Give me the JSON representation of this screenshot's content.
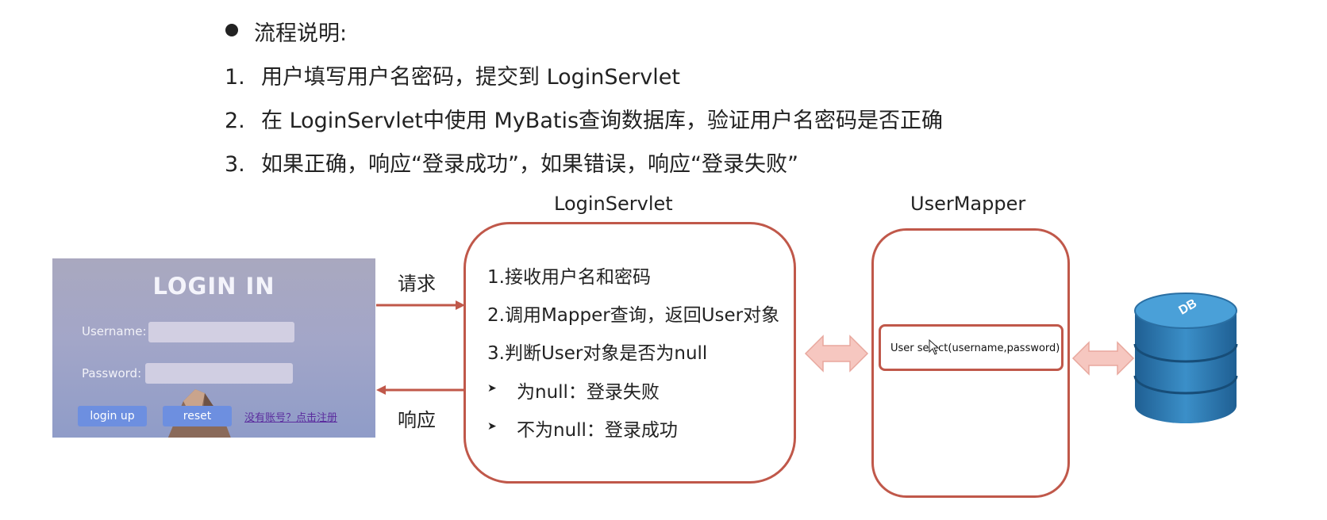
{
  "intro": {
    "heading": "流程说明:",
    "items": [
      {
        "num": "1.",
        "text": "用户填写用户名密码，提交到 LoginServlet"
      },
      {
        "num": "2.",
        "text": "在 LoginServlet中使用 MyBatis查询数据库，验证用户名密码是否正确"
      },
      {
        "num": "3.",
        "text": "如果正确，响应“登录成功”，如果错误，响应“登录失败”"
      }
    ]
  },
  "login_panel": {
    "title": "LOGIN IN",
    "username_label": "Username:",
    "password_label": "Password:",
    "login_button": "login up",
    "reset_button": "reset",
    "register_link": "没有账号？点击注册"
  },
  "arrows": {
    "request_label": "请求",
    "response_label": "响应"
  },
  "login_servlet": {
    "title": "LoginServlet",
    "steps": [
      "1.接收用户名和密码",
      "2.调用Mapper查询，返回User对象",
      "3.判断User对象是否为null"
    ],
    "bullets": [
      "为null：登录失败",
      "不为null：登录成功"
    ]
  },
  "user_mapper": {
    "title": "UserMapper",
    "method": "User select(username,password)"
  },
  "database": {
    "label": "DB"
  },
  "colors": {
    "box_border": "#c0584a",
    "arrow": "#c0584a",
    "double_arrow_fill": "#f6c7c0",
    "db_blue": "#2d7bb5"
  }
}
